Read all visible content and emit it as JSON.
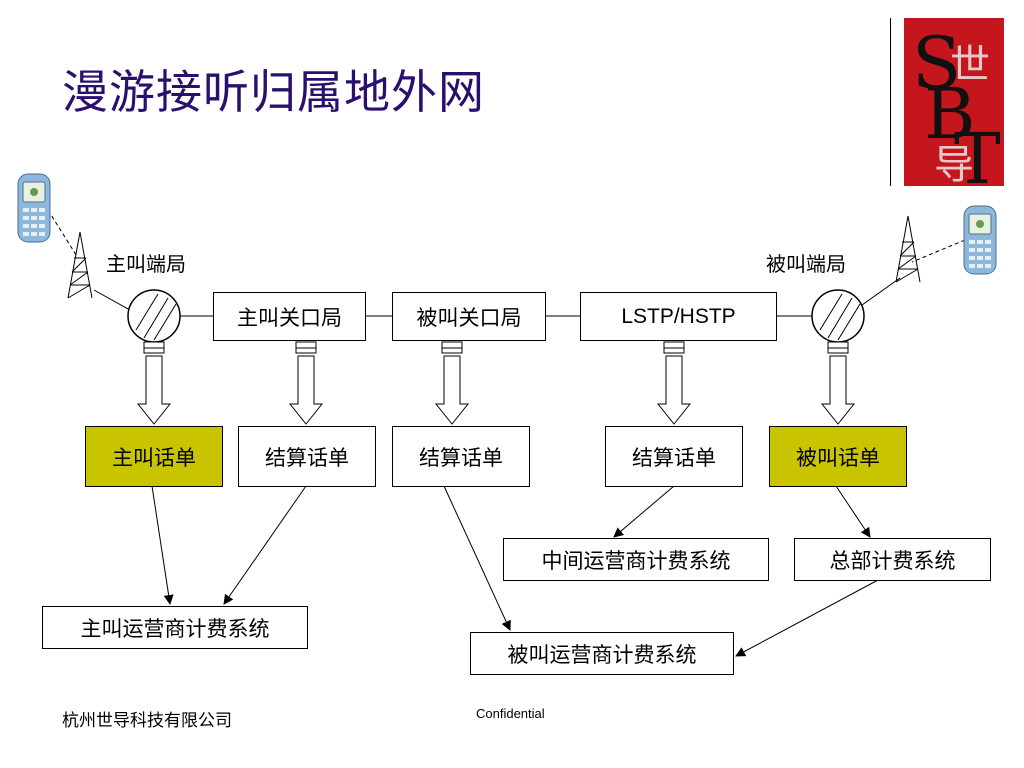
{
  "title": "漫游接听归属地外网",
  "labels": {
    "caller_end": "主叫端局",
    "callee_end": "被叫端局"
  },
  "gateways": {
    "caller_gateway": "主叫关口局",
    "callee_gateway": "被叫关口局",
    "lstp": "LSTP/HSTP"
  },
  "records": {
    "caller_record": "主叫话单",
    "settle1": "结算话单",
    "settle2": "结算话单",
    "settle3": "结算话单",
    "callee_record": "被叫话单"
  },
  "systems": {
    "middle": "中间运营商计费系统",
    "hq": "总部计费系统",
    "caller_billing": "主叫运营商计费系统",
    "callee_billing": "被叫运营商计费系统"
  },
  "footer": {
    "company": "杭州世导科技有限公司",
    "confidential": "Confidential"
  },
  "colors": {
    "title": "#2a0f6e",
    "highlight": "#c8c400",
    "logo": "#c4161c"
  },
  "icons": [
    "mobile-phone-icon",
    "antenna-tower-icon",
    "switch-circle-icon",
    "down-arrow-icon",
    "company-logo-icon"
  ]
}
